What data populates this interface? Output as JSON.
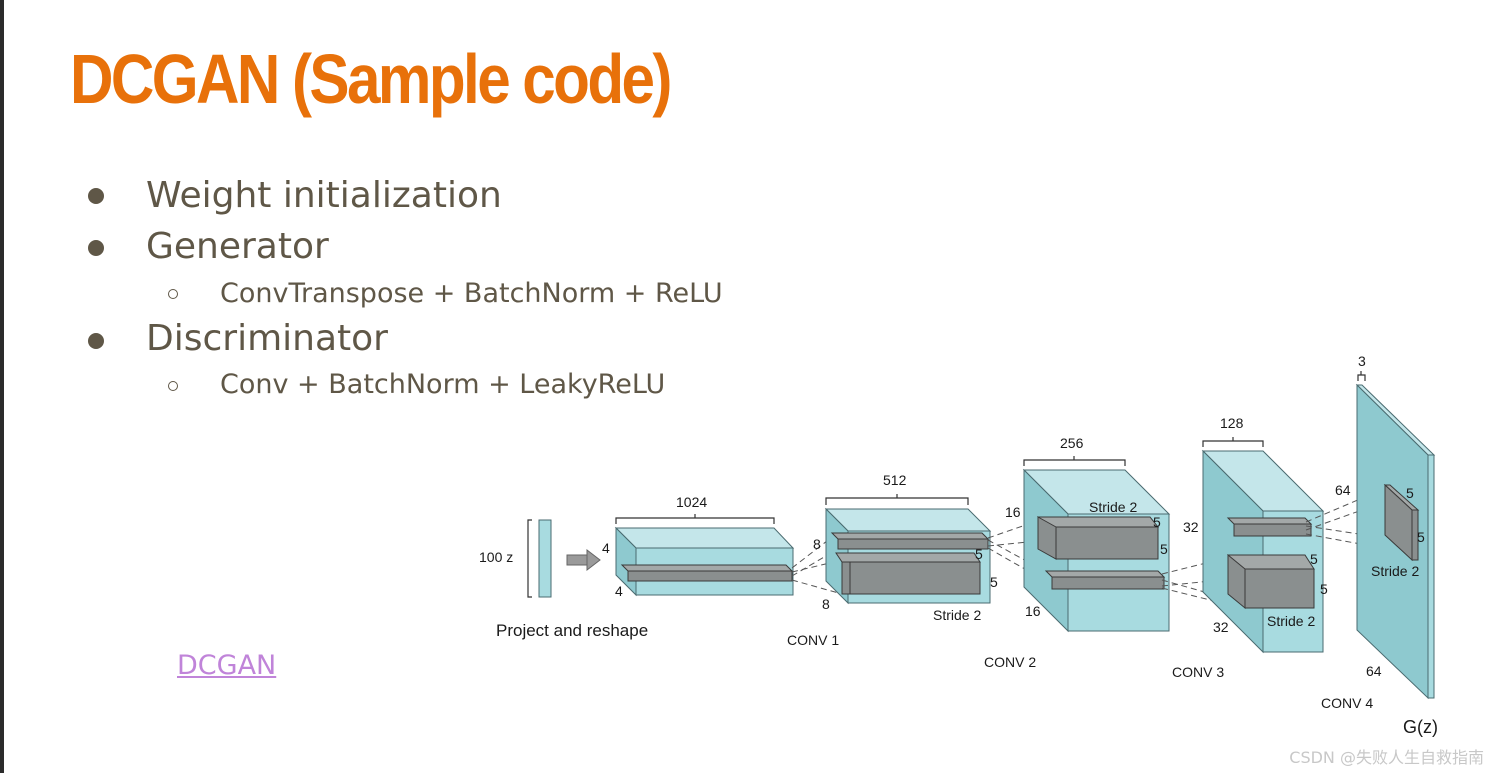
{
  "slide": {
    "title": "DCGAN (Sample code)",
    "bullets": [
      {
        "text": "Weight initialization"
      },
      {
        "text": "Generator",
        "sub": "ConvTranspose + BatchNorm + ReLU"
      },
      {
        "text": "Discriminator",
        "sub": "Conv + BatchNorm + LeakyReLU"
      }
    ],
    "link": "DCGAN",
    "watermark": "CSDN @失败人生自救指南"
  },
  "diagram": {
    "input_label": "100 z",
    "project_label": "Project and reshape",
    "output_label": "G(z)",
    "stage0": {
      "depth": "1024",
      "height": "4",
      "width": "4"
    },
    "conv1": {
      "name": "CONV 1",
      "depth": "512",
      "height": "8",
      "width": "8",
      "kernel_a": "5",
      "kernel_b": "5",
      "stride": "Stride 2"
    },
    "conv2": {
      "name": "CONV 2",
      "depth": "256",
      "height": "16",
      "width": "16",
      "kernel_a": "5",
      "kernel_b": "5",
      "stride": "Stride 2"
    },
    "conv3": {
      "name": "CONV 3",
      "depth": "128",
      "height": "32",
      "width": "32",
      "kernel_a": "5",
      "kernel_b": "5",
      "stride": "Stride 2"
    },
    "conv4": {
      "name": "CONV 4",
      "depth": "3",
      "height": "64",
      "width": "64",
      "kernel_a": "5",
      "kernel_b": "5",
      "stride": "Stride 2"
    }
  },
  "colors": {
    "title": "#e8710a",
    "body_text": "#5f5747",
    "link": "#c084d9",
    "block_fill": "#a8dbe0",
    "kernel_fill": "#8a8f8f"
  }
}
